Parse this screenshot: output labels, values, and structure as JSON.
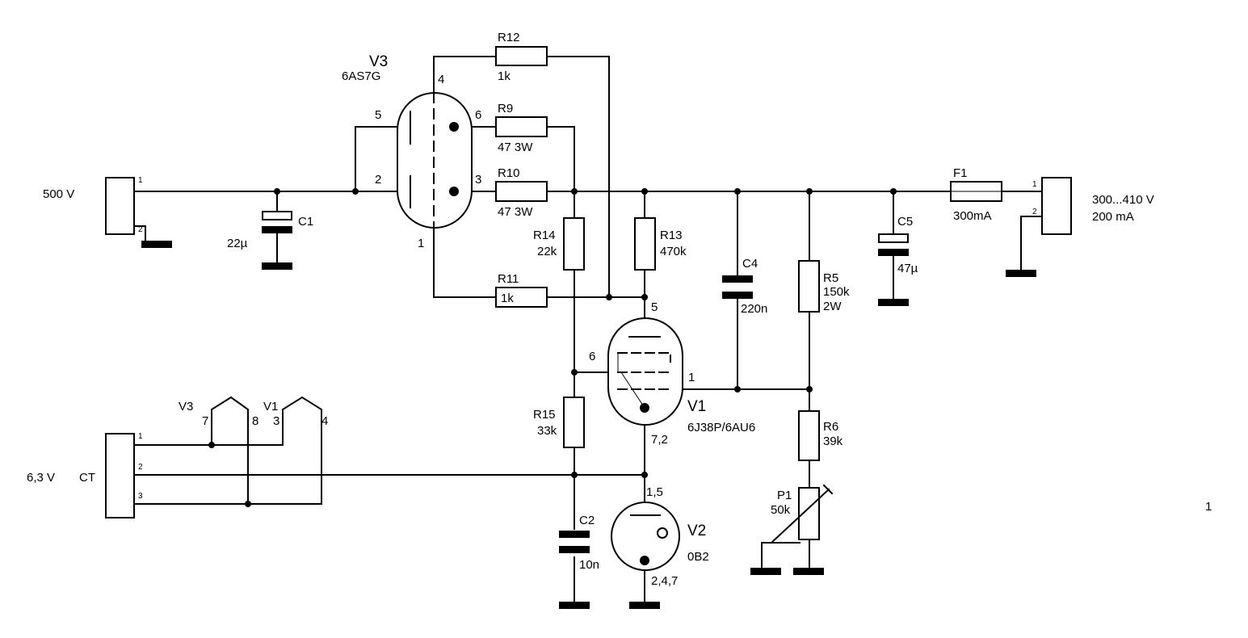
{
  "supply": {
    "input_voltage": "500 V",
    "heater_voltage": "6,3 V",
    "heater_ct": "CT",
    "output_voltage": "300...410 V",
    "output_current": "200 mA",
    "page_number": "1"
  },
  "connectors": {
    "in_pins": [
      "1",
      "2"
    ],
    "out_pins": [
      "1",
      "2"
    ],
    "heater_pins": [
      "1",
      "2",
      "3"
    ]
  },
  "tubes": {
    "v3": {
      "ref": "V3",
      "type": "6AS7G",
      "pins": [
        "4",
        "5",
        "6",
        "2",
        "3",
        "1"
      ],
      "heater_pins": [
        "7",
        "8"
      ]
    },
    "v1": {
      "ref": "V1",
      "type": "6J38P/6AU6",
      "pins": [
        "5",
        "6",
        "1",
        "7,2"
      ],
      "heater_pins": [
        "3",
        "4"
      ]
    },
    "v2": {
      "ref": "V2",
      "type": "0B2",
      "pins": [
        "1,5",
        "2,4,7"
      ]
    }
  },
  "resistors": {
    "r12": {
      "ref": "R12",
      "value": "1k"
    },
    "r9": {
      "ref": "R9",
      "value": "47 3W"
    },
    "r10": {
      "ref": "R10",
      "value": "47 3W"
    },
    "r11": {
      "ref": "R11",
      "value": "1k"
    },
    "r14": {
      "ref": "R14",
      "value": "22k"
    },
    "r13": {
      "ref": "R13",
      "value": "470k"
    },
    "r15": {
      "ref": "R15",
      "value": "33k"
    },
    "r5": {
      "ref": "R5",
      "value": "150k",
      "rating": "2W"
    },
    "r6": {
      "ref": "R6",
      "value": "39k"
    },
    "p1": {
      "ref": "P1",
      "value": "50k"
    }
  },
  "capacitors": {
    "c1": {
      "ref": "C1",
      "value": "22µ"
    },
    "c2": {
      "ref": "C2",
      "value": "10n"
    },
    "c4": {
      "ref": "C4",
      "value": "220n"
    },
    "c5": {
      "ref": "C5",
      "value": "47µ"
    }
  },
  "fuse": {
    "ref": "F1",
    "value": "300mA"
  }
}
